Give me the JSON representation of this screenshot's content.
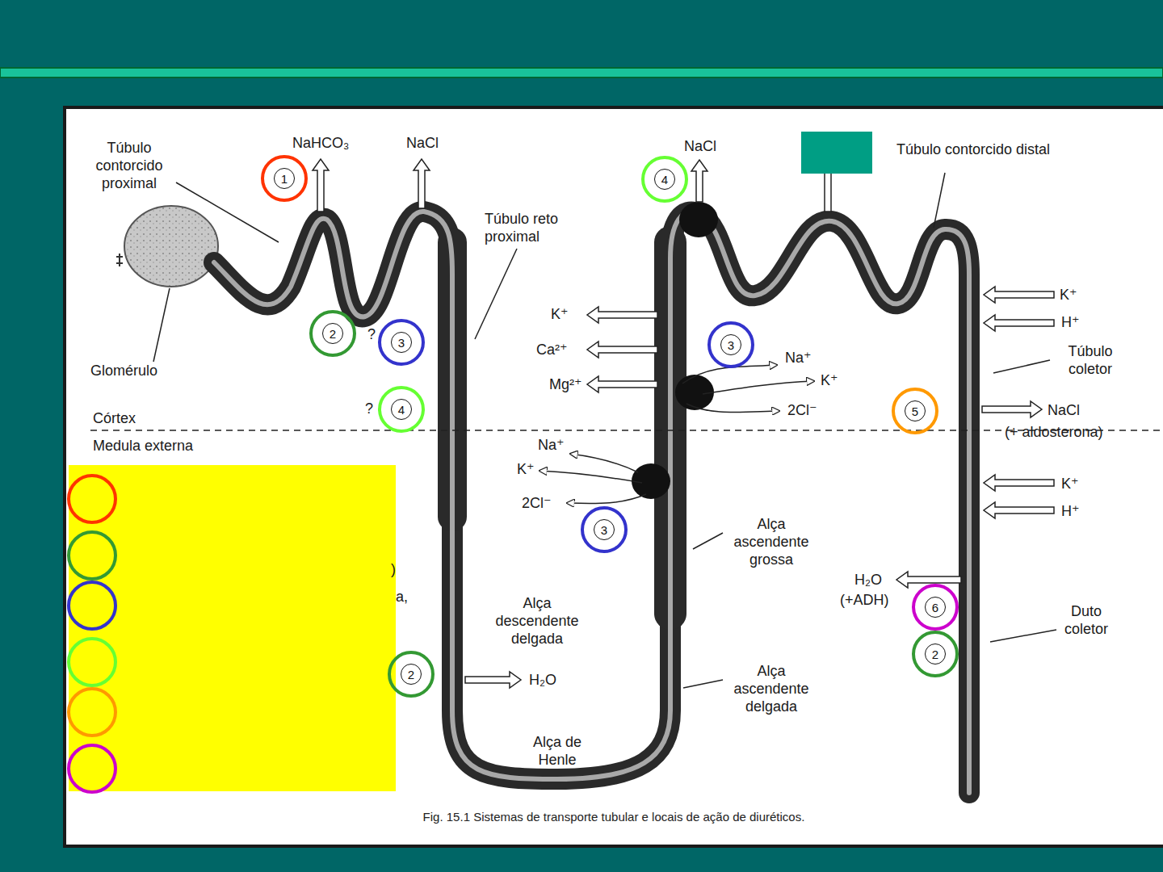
{
  "diagram": {
    "caption": "Fig. 15.1 Sistemas de transporte tubular e locais de ação de diuréticos.",
    "nodes": [
      {
        "text": [
          "1"
        ]
      },
      {
        "text": [
          "4"
        ]
      },
      {
        "text": [
          "2"
        ]
      },
      {
        "text": [
          "3"
        ]
      },
      {
        "text": [
          "3"
        ]
      },
      {
        "text": [
          "4"
        ]
      },
      {
        "text": [
          "5"
        ]
      },
      {
        "text": [
          "3"
        ]
      },
      {
        "text": [
          "6"
        ]
      },
      {
        "text": [
          "2"
        ]
      },
      {
        "text": [
          "2"
        ]
      }
    ],
    "labels": [
      "Túbulo contorcido proximal",
      "NaHCO₃",
      "NaCl",
      "Túbulo reto proximal",
      "Glomérulo",
      "?",
      "?",
      "Córtex",
      "Medula externa",
      "NaCl",
      "Túbulo contorcido distal",
      "K⁺",
      "Ca²⁺",
      "Mg²⁺",
      "Na⁺",
      "K⁺",
      "2Cl⁻",
      "K⁺",
      "H⁺",
      "Túbulo coletor",
      "NaCl",
      "(+ aldosterona)",
      "Na⁺",
      "K⁺",
      "2Cl⁻",
      "Alça ascendente grossa",
      "K⁺",
      "H⁺",
      "H₂O",
      "(+ADH)",
      "Duto coletor",
      "Alça descendente delgada",
      "H₂O",
      "Alça ascendente delgada",
      "Alça de Henle",
      ")",
      "a,"
    ]
  }
}
